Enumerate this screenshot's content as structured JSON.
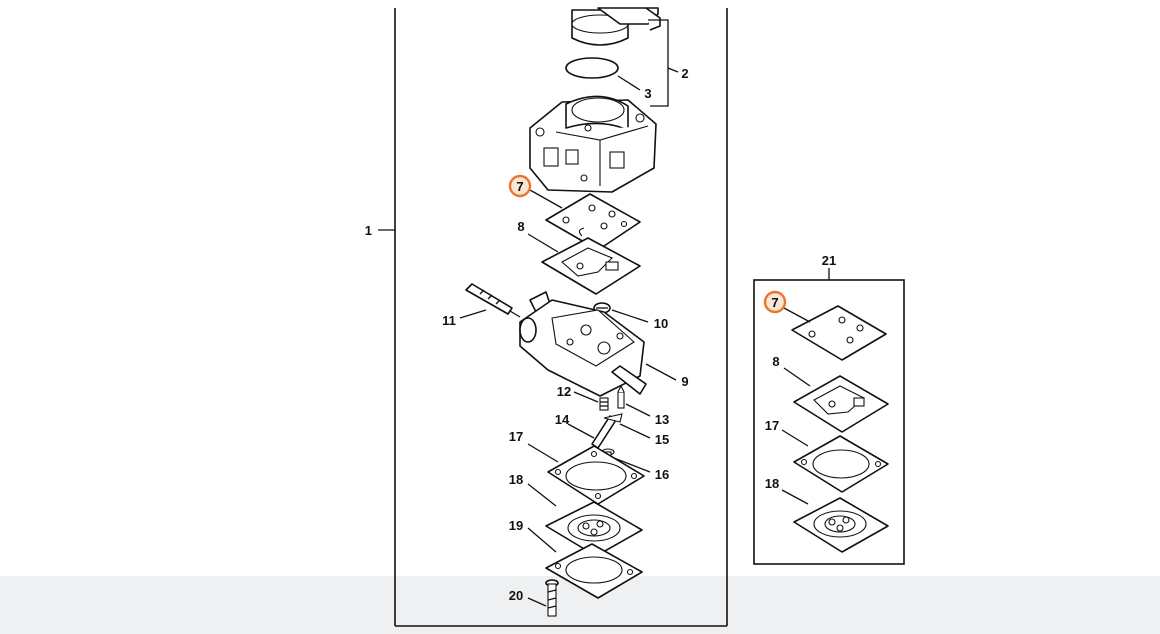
{
  "callouts": {
    "main_assembly": "1",
    "ring_group": "2",
    "o_ring": "3",
    "gasket_7_main": "7",
    "gasket_8_main": "8",
    "carb_body": "9",
    "inlet_screen": "10",
    "adjust_needle": "11",
    "spring_12": "12",
    "needle_13": "13",
    "lever_14": "14",
    "pin_15": "15",
    "screw_16": "16",
    "gasket_17_main": "17",
    "diaphragm_18_main": "18",
    "cover_plate_19": "19",
    "screw_20": "20",
    "kit": "21",
    "gasket_7_kit": "7",
    "gasket_8_kit": "8",
    "gasket_17_kit": "17",
    "diaphragm_18_kit": "18"
  },
  "colors": {
    "highlight_ring": "#e8772e",
    "highlight_fill": "#fbe6d5",
    "line": "#111111",
    "background": "#ffffff"
  }
}
